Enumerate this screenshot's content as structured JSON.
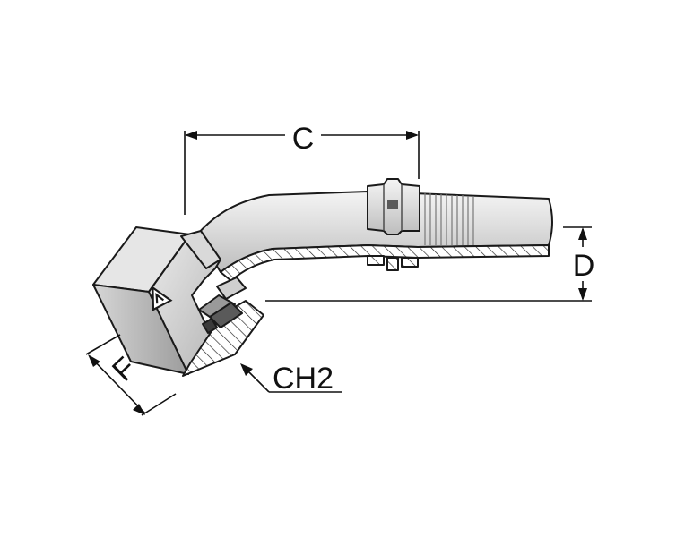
{
  "labels": {
    "c": "C",
    "d": "D",
    "f": "F",
    "ch2": "CH2"
  },
  "colors": {
    "metal_light": "#e4e4e4",
    "metal_mid": "#c8c8c8",
    "metal_dark": "#9a9a9a",
    "shadow": "#3c3c3c",
    "line": "#111111"
  },
  "icons": {
    "logo": "triangle-brand-logo-icon"
  }
}
